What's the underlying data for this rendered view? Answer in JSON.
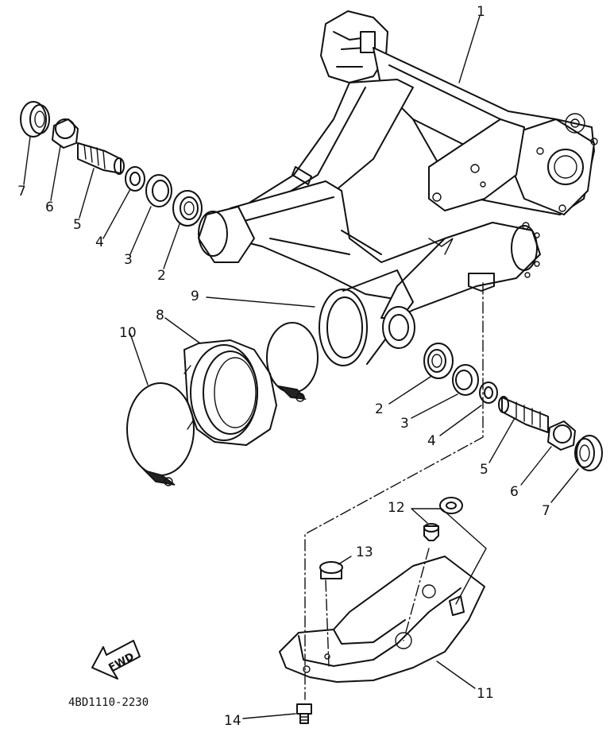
{
  "drawing_code": "4BD1110-2230",
  "fwd_label": "FWD",
  "callouts": [
    "1",
    "2",
    "3",
    "4",
    "5",
    "6",
    "7",
    "8",
    "9",
    "10",
    "11",
    "12",
    "13",
    "14"
  ]
}
